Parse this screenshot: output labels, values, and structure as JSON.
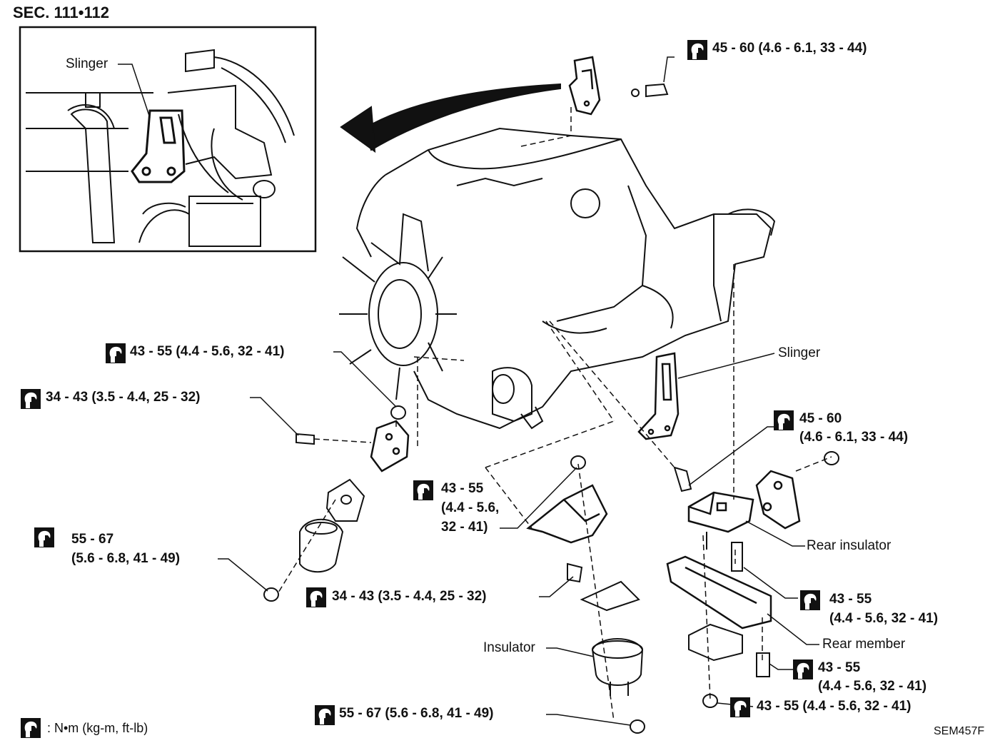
{
  "section": "SEC. 111•112",
  "figure_code": "SEM457F",
  "legend": {
    "icon": "torque-wrench-icon",
    "text": ": N•m (kg-m, ft-lb)"
  },
  "callouts": {
    "slinger_inset": "Slinger",
    "slinger_main": "Slinger",
    "rear_insulator": "Rear insulator",
    "rear_member": "Rear member",
    "insulator": "Insulator"
  },
  "torques": {
    "t_top": "45 - 60 (4.6 - 6.1, 33 - 44)",
    "t_slinger_a": "45 - 60",
    "t_slinger_b": "(4.6 - 6.1, 33 - 44)",
    "t_left_nut": "43 - 55 (4.4 - 5.6, 32 - 41)",
    "t_left_bolt": "34 - 43 (3.5 - 4.4, 25 - 32)",
    "t_mid_a": "43 - 55",
    "t_mid_b": "(4.4 - 5.6,",
    "t_mid_c": "32 - 41)",
    "t_left_ins_a": "55 - 67",
    "t_left_ins_b": "(5.6 - 6.8, 41 - 49)",
    "t_mid_bolt": "34 - 43 (3.5 - 4.4, 25 - 32)",
    "t_rear_a": "43 - 55",
    "t_rear_b": "(4.4 - 5.6, 32 - 41)",
    "t_member_a": "43 - 55",
    "t_member_b": "(4.4 - 5.6, 32 - 41)",
    "t_member_nut": "43 - 55 (4.4 - 5.6, 32 - 41)",
    "t_bottom": "55 - 67 (5.6 - 6.8, 41 - 49)"
  }
}
